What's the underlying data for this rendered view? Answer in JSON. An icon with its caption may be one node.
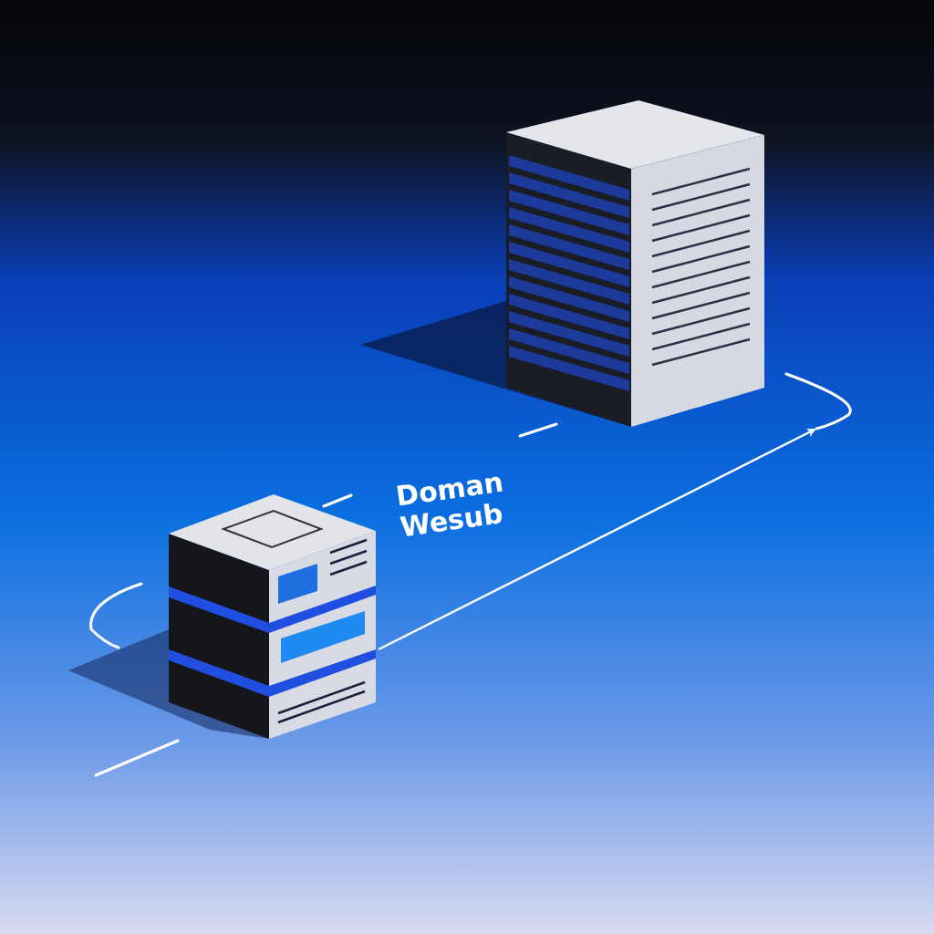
{
  "diagram": {
    "nodes": [
      {
        "text": [],
        "shape": "picture"
      },
      {
        "text": [],
        "shape": "picture"
      }
    ],
    "edges": [
      {
        "from": 0,
        "to": 1,
        "arrow": "to"
      }
    ],
    "labels": [
      "Doman Wesub"
    ]
  }
}
